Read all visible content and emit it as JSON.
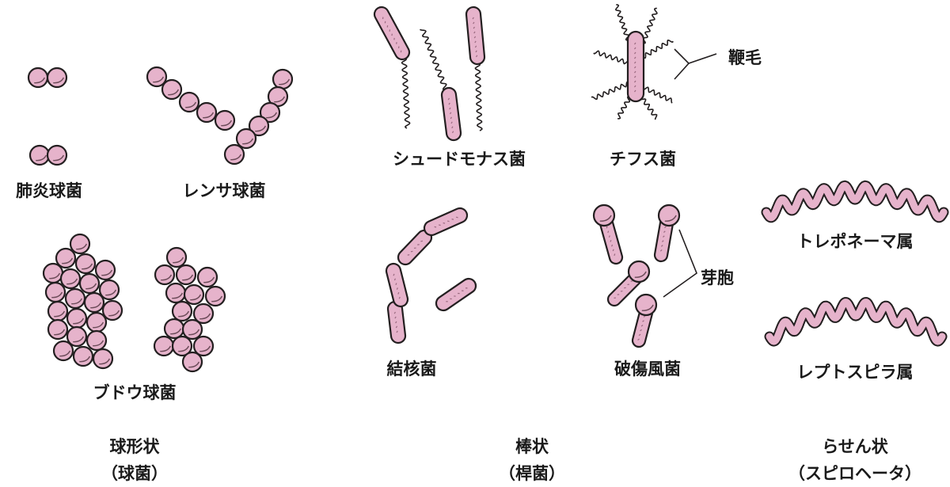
{
  "colors": {
    "cell_fill": "#e6b3cb",
    "outline": "#231f20",
    "stipple": "#9a6a80"
  },
  "labels": {
    "pneumococcus": "肺炎球菌",
    "streptococcus": "レンサ球菌",
    "staphylococcus": "ブドウ球菌",
    "pseudomonas": "シュードモナス菌",
    "typhoid": "チフス菌",
    "flagellum": "鞭毛",
    "tuberculosis": "結核菌",
    "tetanus": "破傷風菌",
    "spore": "芽胞",
    "treponema": "トレポネーマ属",
    "leptospira": "レプトスピラ属"
  },
  "categories": {
    "cocci": {
      "name": "球形状",
      "sub": "（球菌）"
    },
    "bacilli": {
      "name": "棒状",
      "sub": "（桿菌）"
    },
    "spirochetes": {
      "name": "らせん状",
      "sub": "（スピロヘータ）"
    }
  }
}
